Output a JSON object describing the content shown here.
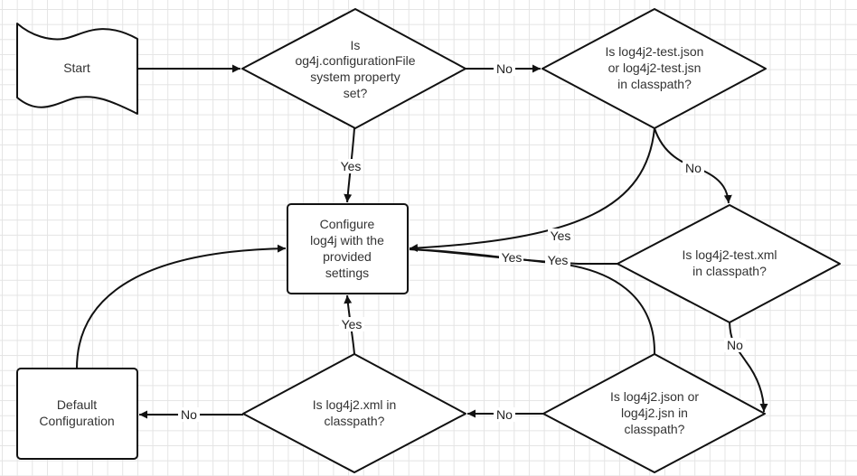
{
  "diagram": {
    "type": "flowchart",
    "colors": {
      "stroke": "#111111",
      "text": "#333333",
      "grid": "#e4e4e4",
      "background": "#ffffff"
    },
    "nodes": {
      "start": {
        "shape": "wavy-document",
        "lines": [
          "Start"
        ]
      },
      "q_config_prop": {
        "shape": "diamond",
        "lines": [
          "Is",
          "og4j.configurationFile",
          "system property",
          "set?"
        ]
      },
      "q_test_json": {
        "shape": "diamond",
        "lines": [
          "Is log4j2-test.json",
          "or log4j2-test.jsn",
          "in classpath?"
        ]
      },
      "q_test_xml": {
        "shape": "diamond",
        "lines": [
          "Is log4j2-test.xml",
          "in classpath?"
        ]
      },
      "q_json": {
        "shape": "diamond",
        "lines": [
          "Is log4j2.json or",
          "log4j2.jsn in",
          "classpath?"
        ]
      },
      "q_xml": {
        "shape": "diamond",
        "lines": [
          "Is log4j2.xml in",
          "classpath?"
        ]
      },
      "configure": {
        "shape": "rounded-rect",
        "lines": [
          "Configure",
          "log4j with the",
          "provided",
          "settings"
        ]
      },
      "default": {
        "shape": "rounded-rect",
        "lines": [
          "Default",
          "Configuration"
        ]
      }
    },
    "edges": [
      {
        "from": "start",
        "to": "q_config_prop",
        "label": ""
      },
      {
        "from": "q_config_prop",
        "to": "q_test_json",
        "label": "No"
      },
      {
        "from": "q_config_prop",
        "to": "configure",
        "label": "Yes"
      },
      {
        "from": "q_test_json",
        "to": "q_test_xml",
        "label": "No"
      },
      {
        "from": "q_test_json",
        "to": "configure",
        "label": "Yes"
      },
      {
        "from": "q_test_xml",
        "to": "configure",
        "label": "Yes"
      },
      {
        "from": "q_test_xml",
        "to": "q_json",
        "label": "No"
      },
      {
        "from": "q_json",
        "to": "configure",
        "label": "Yes"
      },
      {
        "from": "q_json",
        "to": "q_xml",
        "label": "No"
      },
      {
        "from": "q_xml",
        "to": "configure",
        "label": "Yes"
      },
      {
        "from": "q_xml",
        "to": "default",
        "label": "No"
      },
      {
        "from": "default",
        "to": "configure",
        "label": ""
      }
    ]
  }
}
